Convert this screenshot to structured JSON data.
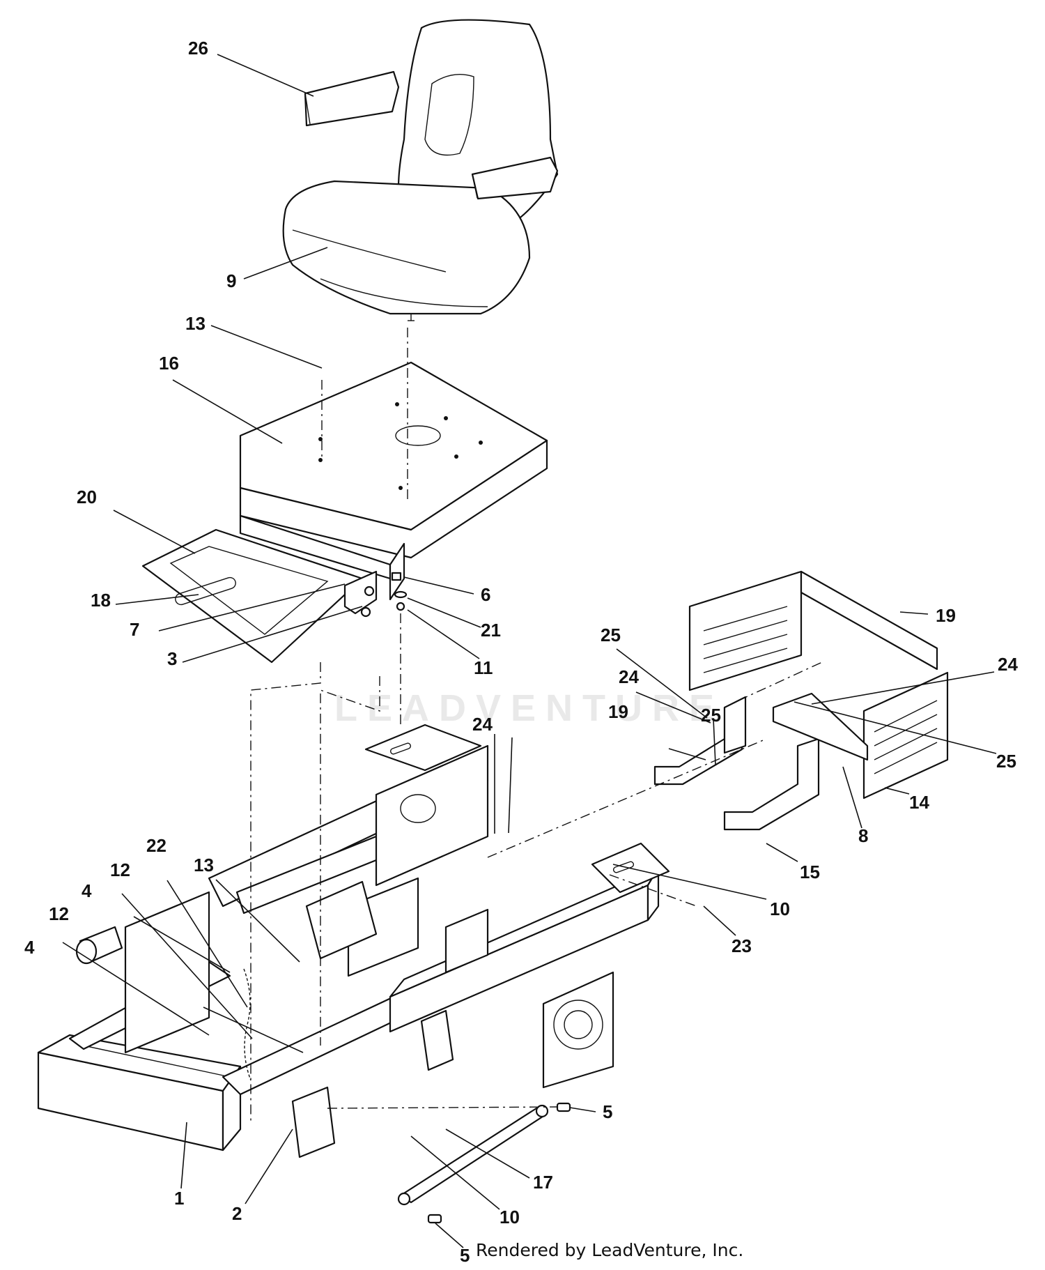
{
  "footer": {
    "text": "Rendered by LeadVenture, Inc."
  },
  "watermark": {
    "text": "LEADVENTURE"
  },
  "callouts": {
    "c26": "26",
    "c9": "9",
    "c13a": "13",
    "c16": "16",
    "c20": "20",
    "c18": "18",
    "c7": "7",
    "c3": "3",
    "c6": "6",
    "c21": "21",
    "c11": "11",
    "c19a": "19",
    "c25a": "25",
    "c24a": "24",
    "c24b": "24",
    "c25b": "25",
    "c19b": "19",
    "c24c": "24",
    "c25c": "25",
    "c14": "14",
    "c8": "8",
    "c15": "15",
    "c10a": "10",
    "c23": "23",
    "c12a": "12",
    "c22": "22",
    "c13b": "13",
    "c4a": "4",
    "c12b": "12",
    "c4b": "4",
    "c5a": "5",
    "c17": "17",
    "c10b": "10",
    "c1": "1",
    "c2": "2",
    "c5b": "5"
  }
}
